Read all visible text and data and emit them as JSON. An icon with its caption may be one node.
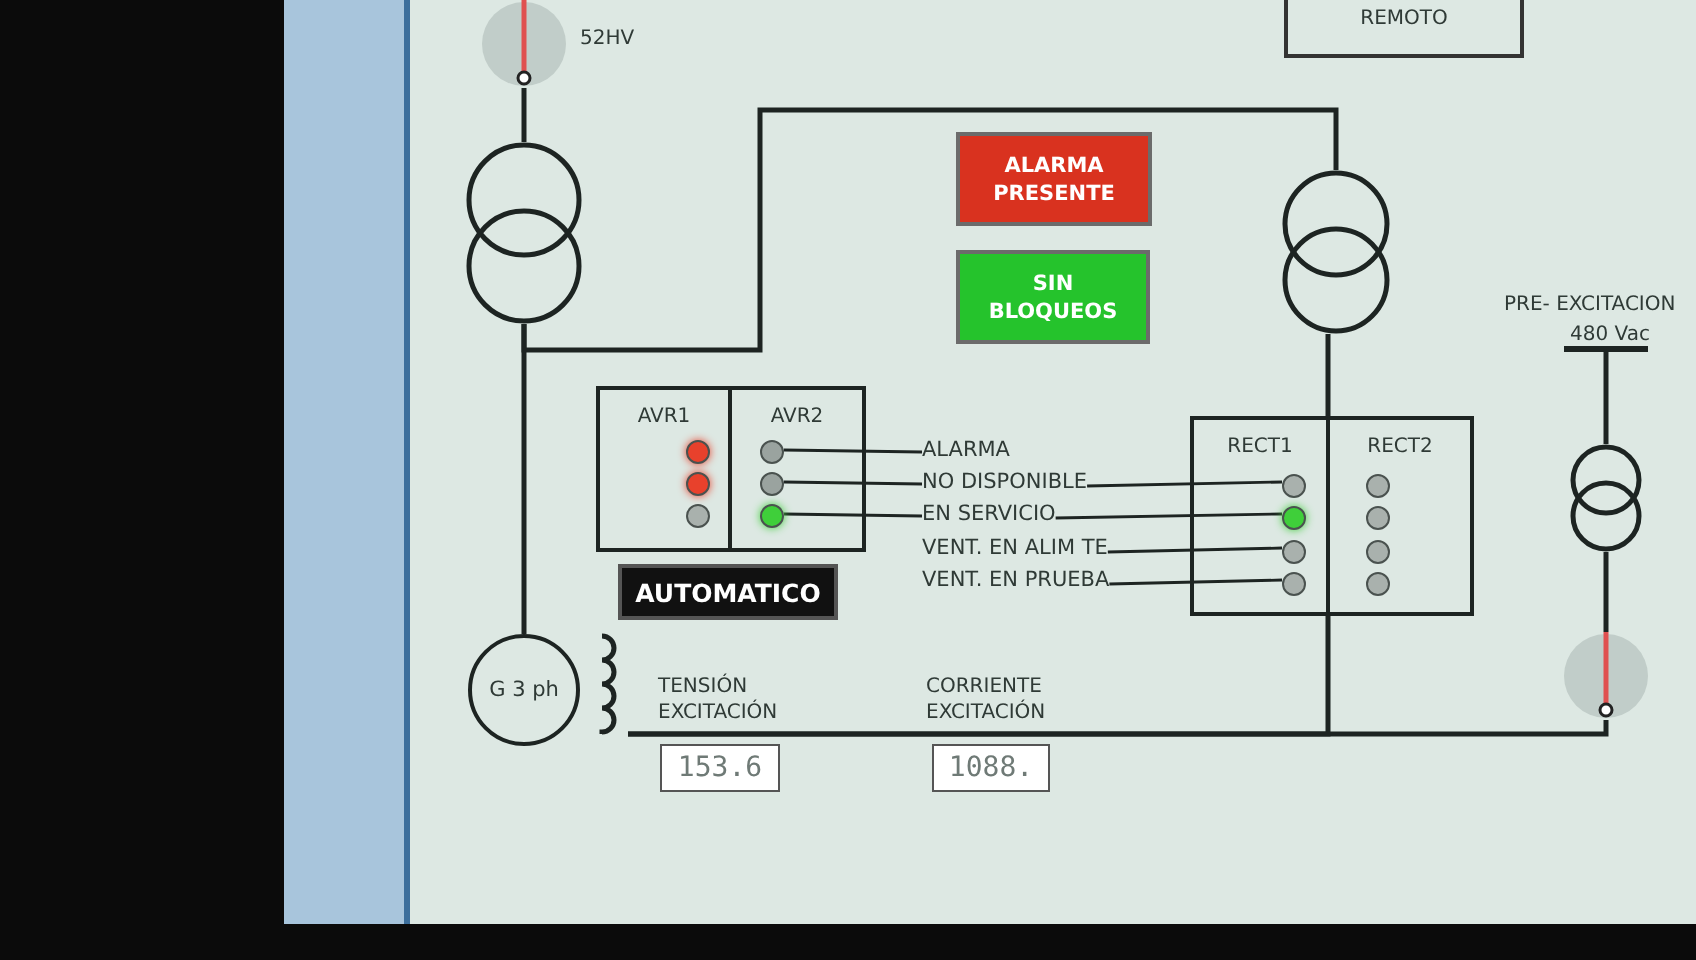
{
  "diagram": {
    "nodes": [
      {
        "text": [],
        "shape": "circle",
        "beside": [
          "52HV"
        ]
      },
      {
        "text": [
          "REMOTO"
        ]
      },
      {
        "text": [
          "ALARMA PRESENTE"
        ]
      },
      {
        "text": [],
        "shape": "circle"
      },
      {
        "text": [],
        "shape": "circle"
      },
      {
        "text": [
          "SIN BLOQUEOS"
        ]
      },
      {
        "text": [],
        "shape": "bar",
        "beside": [
          "PRE- EXCITACION",
          "480 Vac"
        ]
      },
      {
        "text": [
          "AVR1"
        ]
      },
      {
        "text": [
          "AVR2"
        ]
      },
      {
        "text": [],
        "shape": "circle",
        "in": 7
      },
      {
        "text": [],
        "shape": "circle",
        "in": 7
      },
      {
        "text": [],
        "shape": "circle",
        "in": 7
      },
      {
        "text": [],
        "shape": "circle",
        "in": 8
      },
      {
        "text": [],
        "shape": "circle",
        "in": 8
      },
      {
        "text": [],
        "shape": "circle",
        "in": 8
      },
      {
        "text": [
          "RECT1"
        ]
      },
      {
        "text": [
          "RECT2"
        ]
      },
      {
        "text": [],
        "shape": "circle",
        "in": 15
      },
      {
        "text": [],
        "shape": "circle",
        "in": 15
      },
      {
        "text": [],
        "shape": "circle",
        "in": 15
      },
      {
        "text": [],
        "shape": "circle",
        "in": 15
      },
      {
        "text": [],
        "shape": "circle",
        "in": 16
      },
      {
        "text": [],
        "shape": "circle",
        "in": 16
      },
      {
        "text": [],
        "shape": "circle",
        "in": 16
      },
      {
        "text": [],
        "shape": "circle",
        "in": 16
      },
      {
        "text": [],
        "shape": "circle"
      },
      {
        "text": [
          "ALARMA"
        ]
      },
      {
        "text": [
          "NO DISPONIBLE"
        ]
      },
      {
        "text": [
          "EN SERVICIO"
        ]
      },
      {
        "text": [
          "VENT. EN ALIM TE"
        ]
      },
      {
        "text": [
          "VENT. EN PRUEBA"
        ]
      },
      {
        "text": [
          "AUTOMATICO"
        ]
      },
      {
        "text": [
          "G 3 ph"
        ]
      },
      {
        "text": [],
        "shape": "coil"
      },
      {
        "text": [],
        "shape": "circle"
      },
      {
        "text": [
          "153.6"
        ],
        "beside": [
          "TENSIÓN EXCITACIÓN"
        ]
      },
      {
        "text": [
          "1088."
        ],
        "beside": [
          "CORRIENTE EXCITACIÓN"
        ]
      }
    ],
    "edges": [
      {
        "from": 0,
        "to": 3,
        "arrow": "none"
      },
      {
        "from": 3,
        "to": 32,
        "arrow": "none"
      },
      {
        "from": 3,
        "to": 4,
        "arrow": "none"
      },
      {
        "from": 4,
        "to": 15,
        "arrow": "none"
      },
      {
        "from": 15,
        "to": 33,
        "arrow": "none"
      },
      {
        "from": 34,
        "to": 33,
        "arrow": "none"
      },
      {
        "from": 34,
        "to": 25,
        "arrow": "none"
      },
      {
        "from": 25,
        "to": 6,
        "arrow": "none"
      },
      {
        "from": 26,
        "to": 12,
        "arrow": "none"
      },
      {
        "from": 27,
        "to": 13,
        "arrow": "none"
      },
      {
        "from": 28,
        "to": 14,
        "arrow": "none"
      },
      {
        "from": 27,
        "to": 17,
        "arrow": "none"
      },
      {
        "from": 28,
        "to": 18,
        "arrow": "none"
      },
      {
        "from": 29,
        "to": 19,
        "arrow": "none"
      },
      {
        "from": 30,
        "to": 20,
        "arrow": "none"
      }
    ]
  }
}
